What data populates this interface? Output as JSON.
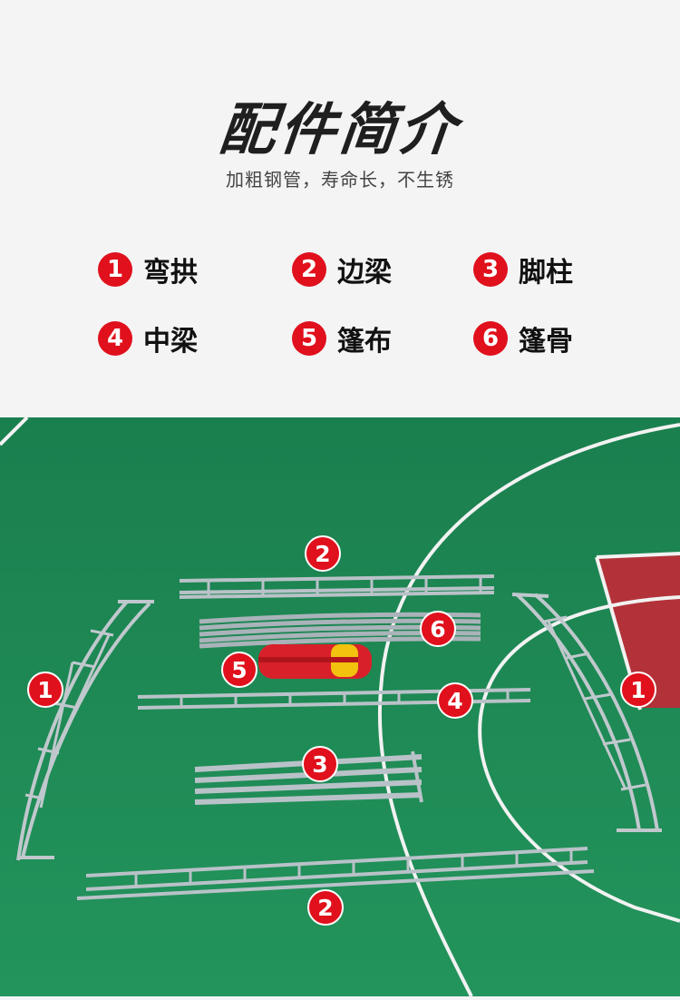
{
  "header": {
    "title": "配件简介",
    "subtitle": "加粗钢管，寿命长，不生锈"
  },
  "parts": [
    {
      "num": "1",
      "label": "弯拱"
    },
    {
      "num": "2",
      "label": "边梁"
    },
    {
      "num": "3",
      "label": "脚柱"
    },
    {
      "num": "4",
      "label": "中梁"
    },
    {
      "num": "5",
      "label": "篷布"
    },
    {
      "num": "6",
      "label": "篷骨"
    }
  ],
  "photo": {
    "colors": {
      "court": "#1f8a55",
      "key": "#b3323a",
      "lines": "#f2f2f2",
      "metal": "#b9c2c8",
      "accent": "#e0101c"
    },
    "markers": [
      {
        "num": "2"
      },
      {
        "num": "6"
      },
      {
        "num": "5"
      },
      {
        "num": "1"
      },
      {
        "num": "4"
      },
      {
        "num": "1"
      },
      {
        "num": "3"
      },
      {
        "num": "2"
      }
    ]
  }
}
